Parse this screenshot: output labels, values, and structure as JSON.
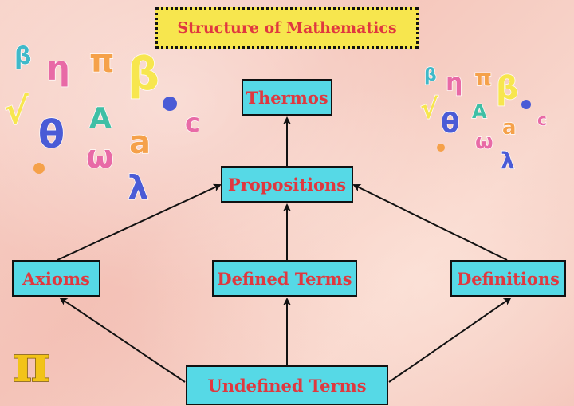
{
  "title": "Structure of Mathematics",
  "nodes": {
    "thermos": "Thermos",
    "propositions": "Propositions",
    "axioms": "Axioms",
    "defined_terms": "Defined Terms",
    "definitions": "Definitions",
    "undefined_terms": "Undefined Terms"
  },
  "edges": [
    {
      "from": "undefined_terms",
      "to": "axioms"
    },
    {
      "from": "undefined_terms",
      "to": "defined_terms"
    },
    {
      "from": "undefined_terms",
      "to": "definitions"
    },
    {
      "from": "axioms",
      "to": "propositions"
    },
    {
      "from": "defined_terms",
      "to": "propositions"
    },
    {
      "from": "definitions",
      "to": "propositions"
    },
    {
      "from": "propositions",
      "to": "thermos"
    }
  ],
  "colors": {
    "box_fill": "#56d9e6",
    "box_text": "#e0383f",
    "title_fill": "#f7e64e",
    "background": "#f6cdc3"
  },
  "decorations": {
    "left_cluster": [
      "β",
      "η",
      "π",
      "β",
      "√",
      "θ",
      "A",
      "c",
      "ω",
      "a",
      "λ"
    ],
    "right_cluster": [
      "β",
      "η",
      "π",
      "β",
      "√",
      "θ",
      "A",
      "c",
      "ω",
      "a",
      "λ"
    ],
    "corner_symbol": "π"
  }
}
